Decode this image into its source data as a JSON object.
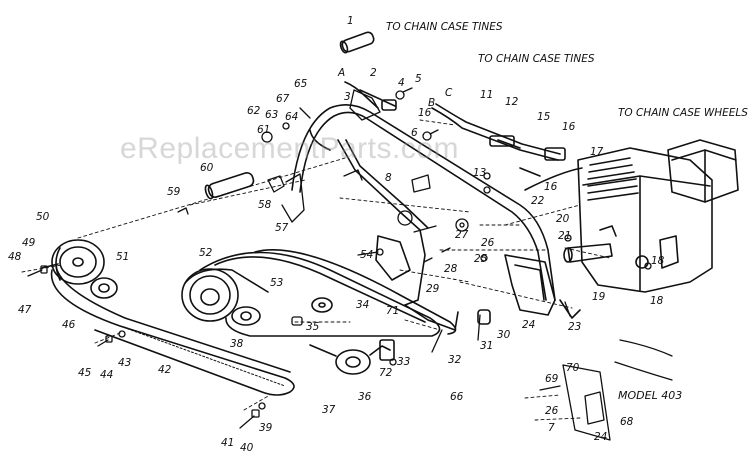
{
  "watermark": "eReplacementParts.com",
  "notes": {
    "to_chain_case_tines_1": "TO CHAIN CASE TINES",
    "to_chain_case_tines_2": "TO CHAIN CASE TINES",
    "to_chain_case_wheels": "TO CHAIN CASE WHEELS",
    "model": "MODEL 403"
  },
  "labels": {
    "n1": "1",
    "n2": "2",
    "n3": "3",
    "n4": "4",
    "n5": "5",
    "n6": "6",
    "n7": "7",
    "n8": "8",
    "n11": "11",
    "n12": "12",
    "n13": "13",
    "n15": "15",
    "n16a": "16",
    "n16b": "16",
    "n17": "17",
    "n18a": "18",
    "n18b": "18",
    "n19": "19",
    "n20": "20",
    "n21": "21",
    "n22": "22",
    "n23": "23",
    "n24a": "24",
    "n24b": "24",
    "n25": "25",
    "n26a": "26",
    "n26b": "26",
    "n27": "27",
    "n28": "28",
    "n29": "29",
    "n30": "30",
    "n31": "31",
    "n32": "32",
    "n33": "33",
    "n34": "34",
    "n35": "35",
    "n36": "36",
    "n37": "37",
    "n38": "38",
    "n39": "39",
    "n40": "40",
    "n41": "41",
    "n42": "42",
    "n43": "43",
    "n44": "44",
    "n45": "45",
    "n46": "46",
    "n47": "47",
    "n48": "48",
    "n49": "49",
    "n50": "50",
    "n51": "51",
    "n52": "52",
    "n53": "53",
    "n54": "54",
    "n57": "57",
    "n58": "58",
    "n59": "59",
    "n60": "60",
    "n61": "61",
    "n62": "62",
    "n63": "63",
    "n64": "64",
    "n65": "65",
    "n66": "66",
    "n67": "67",
    "n68": "68",
    "n69": "69",
    "n70": "70",
    "n71": "71",
    "n72": "72",
    "A": "A",
    "B": "B",
    "C": "C"
  }
}
